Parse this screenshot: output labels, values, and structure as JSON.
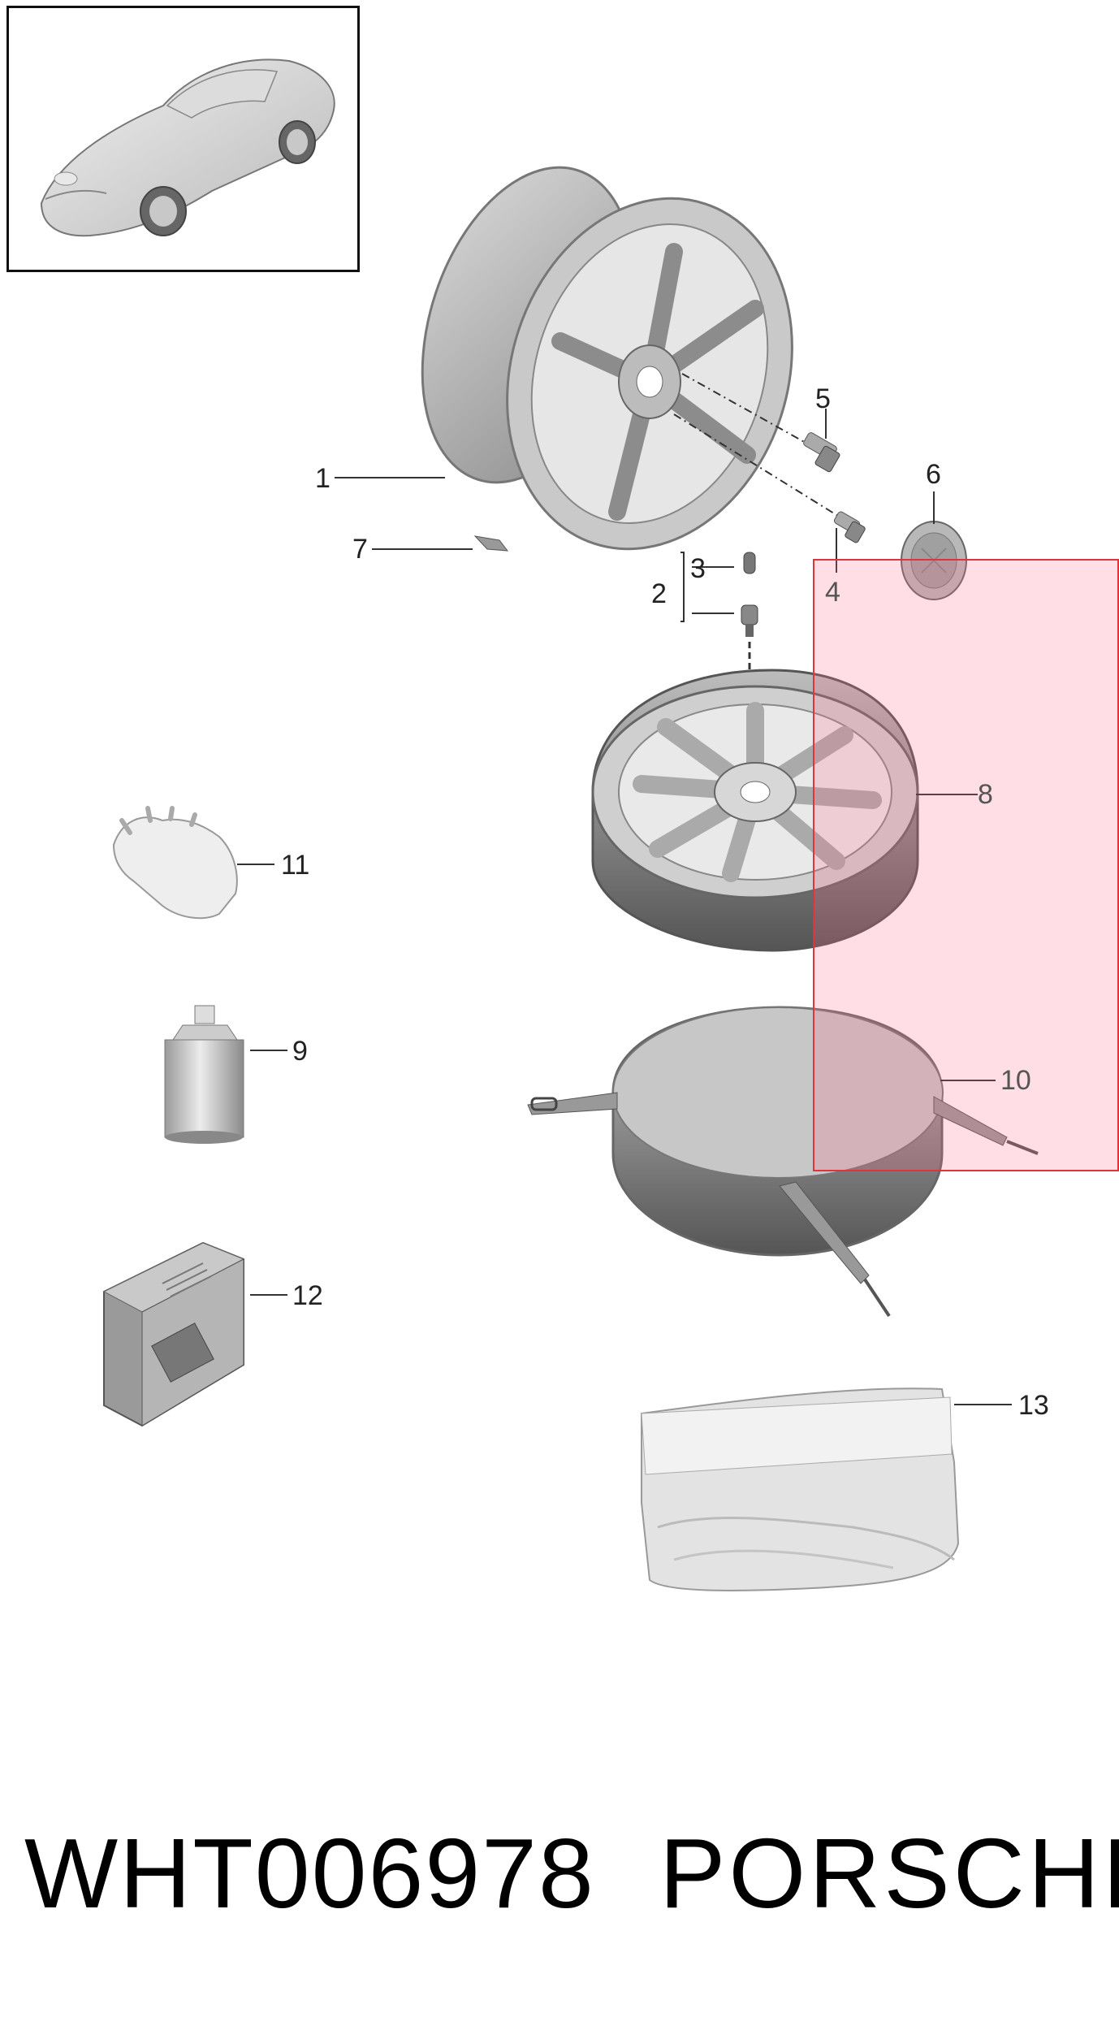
{
  "callouts": {
    "c1": "1",
    "c2": "2",
    "c3": "3",
    "c4": "4",
    "c5": "5",
    "c6": "6",
    "c7": "7",
    "c8": "8",
    "c9": "9",
    "c10": "10",
    "c11": "11",
    "c12": "12",
    "c13": "13"
  },
  "footer": {
    "part_number": "WHT006978",
    "brand": "PORSCHE"
  },
  "colors": {
    "highlight_fill": "#ff698c",
    "highlight_border": "#e0333a",
    "part_gray": "#a9a9a9"
  }
}
